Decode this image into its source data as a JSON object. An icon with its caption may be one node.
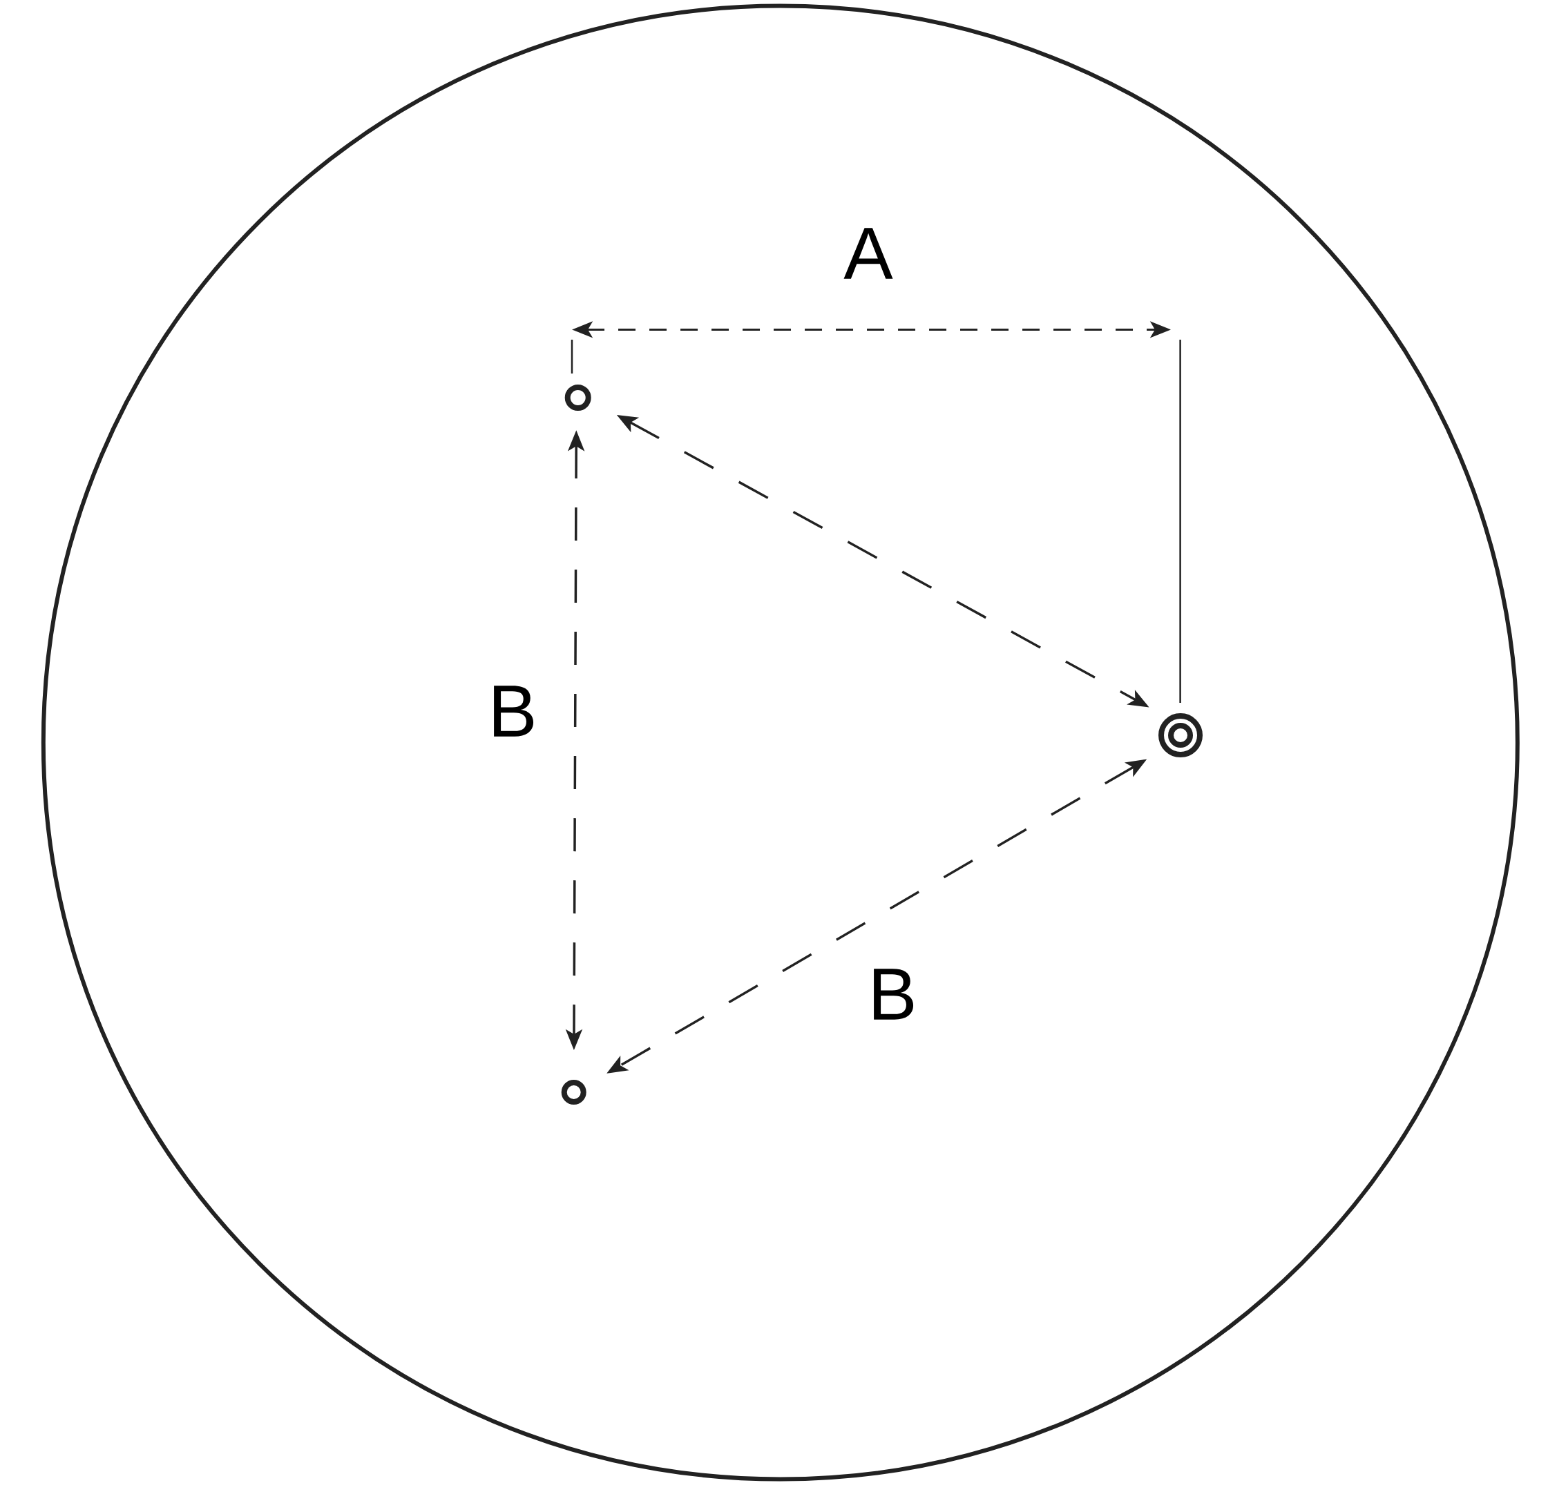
{
  "diagram": {
    "nodes": [
      {
        "text": [],
        "shape": "circle"
      },
      {
        "text": [],
        "shape": "circle"
      },
      {
        "text": [],
        "shape": "circle"
      }
    ],
    "edges": [
      {
        "from": 0,
        "to": 1,
        "arrow": "both",
        "style": "dashed"
      },
      {
        "from": 0,
        "to": 2,
        "arrow": "both",
        "style": "dashed",
        "label": "B"
      },
      {
        "from": 1,
        "to": 2,
        "arrow": "both",
        "style": "dashed",
        "label": "B"
      }
    ],
    "labels": [
      "A"
    ]
  }
}
